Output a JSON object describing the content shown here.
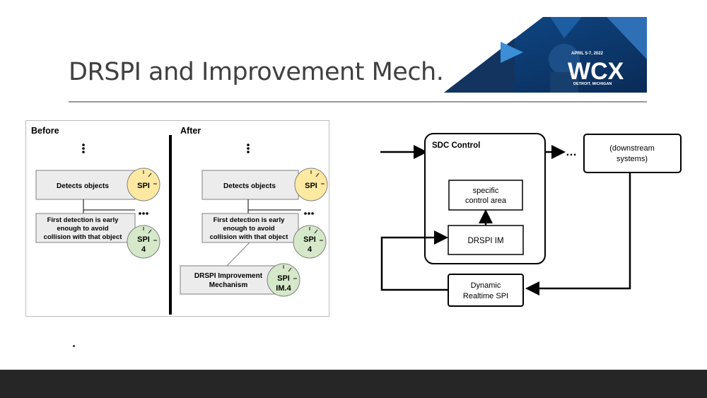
{
  "slide": {
    "title": "DRSPI and Improvement Mech."
  },
  "logo": {
    "event": "WCX",
    "dates": "APRIL 5-7, 2022",
    "location": "DETROIT, MICHIGAN"
  },
  "left_diagram": {
    "before_label": "Before",
    "after_label": "After",
    "detects_objects": "Detects objects",
    "first_detection": [
      "First detection is early",
      "enough to avoid",
      "collision with that object"
    ],
    "spi_label": "SPI",
    "spi4_label": "SPI",
    "spi4_num": "4",
    "improvement": [
      "DRSPI Improvement",
      "Mechanism"
    ],
    "spi_im_label": "SPI",
    "spi_im_num": "IM.4",
    "colors": {
      "spi_yellow": "#fde9a2",
      "spi_green": "#d5e8c9",
      "box_gray": "#ececec"
    }
  },
  "right_diagram": {
    "sdc_control": "SDC Control",
    "specific_control": [
      "specific",
      "control area"
    ],
    "drspi_im": "DRSPI IM",
    "downstream": [
      "(downstream",
      "systems)"
    ],
    "dynamic_spi": [
      "Dynamic",
      "Realtime SPI"
    ],
    "ellipsis": "…"
  }
}
